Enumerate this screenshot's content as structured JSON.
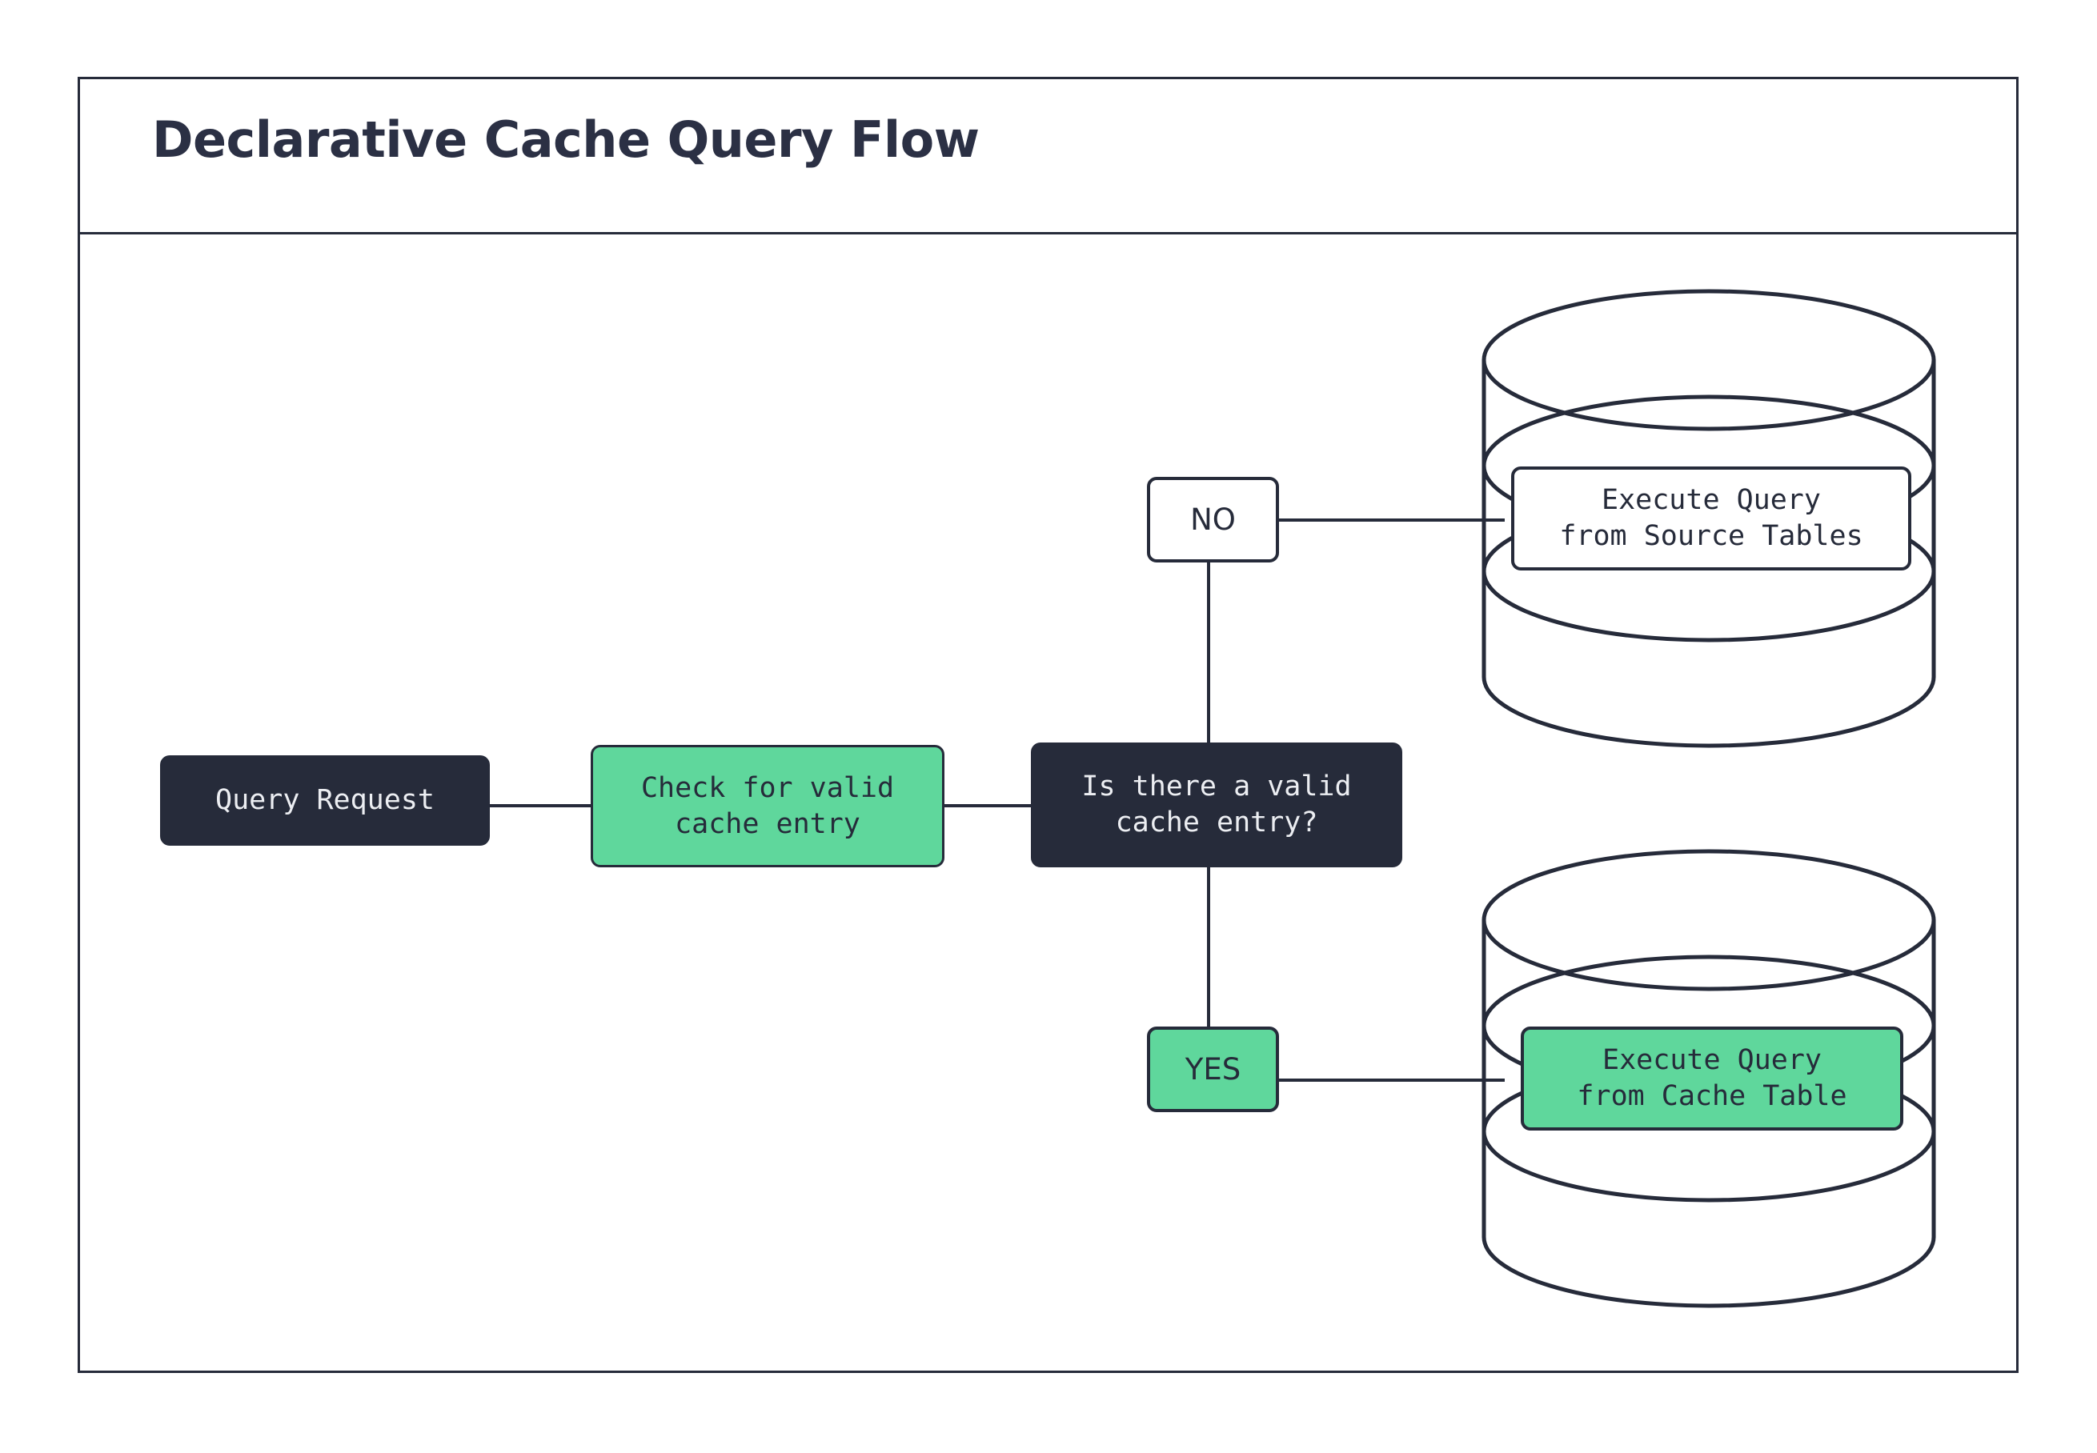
{
  "diagram": {
    "title": "Declarative Cache Query Flow",
    "colors": {
      "ink": "#262b3a",
      "accent_green": "#5fd79c",
      "surface": "#ffffff",
      "dark_node_text": "#eceef2"
    },
    "nodes": {
      "query_request": "Query Request",
      "check_cache": "Check for valid\ncache entry",
      "decision": "Is there a valid\ncache entry?",
      "branch_no": "NO",
      "branch_yes": "YES",
      "source_db_label": "Execute Query\nfrom Source Tables",
      "cache_db_label": "Execute Query\nfrom Cache Table"
    },
    "shapes": {
      "source_database": "database-cylinder",
      "cache_database": "database-cylinder"
    },
    "edges": [
      {
        "from": "Query Request",
        "to": "Check for valid cache entry",
        "label": ""
      },
      {
        "from": "Check for valid cache entry",
        "to": "Is there a valid cache entry?",
        "label": ""
      },
      {
        "from": "Is there a valid cache entry?",
        "to": "Execute Query from Source Tables",
        "label": "NO"
      },
      {
        "from": "Is there a valid cache entry?",
        "to": "Execute Query from Cache Table",
        "label": "YES"
      }
    ]
  }
}
